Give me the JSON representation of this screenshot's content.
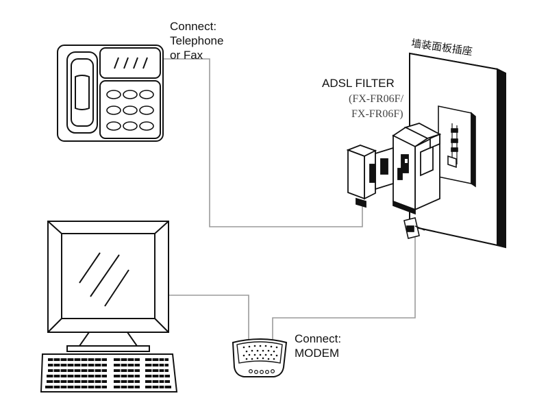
{
  "labels": {
    "telephone": {
      "line1": "Connect:",
      "line2": "Telephone",
      "line3": "or Fax"
    },
    "modem": {
      "line1": "Connect:",
      "line2": "MODEM"
    },
    "filter": {
      "title": "ADSL FILTER",
      "model1": "(FX-FR06F/",
      "model2": "FX-FR06F)"
    },
    "wall_socket": "墙装面板插座"
  },
  "colors": {
    "outline": "#111111",
    "cable": "#9a9a9a",
    "fill": "#ffffff"
  }
}
